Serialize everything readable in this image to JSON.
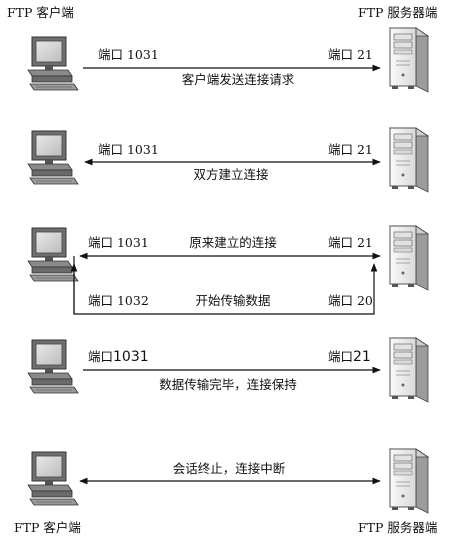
{
  "header": {
    "client_label": "FTP 客户端",
    "server_label": "FTP 服务器端"
  },
  "footer": {
    "client_label": "FTP 客户端",
    "server_label": "FTP 服务器端"
  },
  "icons": {
    "client": "computer-icon",
    "server": "server-tower-icon"
  },
  "steps": [
    {
      "client_port": "端口 1031",
      "server_port": "端口 21",
      "label": "客户端发送连接请求",
      "arrow": "right"
    },
    {
      "client_port": "端口 1031",
      "server_port": "端口 21",
      "label": "双方建立连接",
      "arrow": "both"
    },
    {
      "client_port": "端口 1031",
      "server_port": "端口 21",
      "label": "原来建立的连接",
      "arrow": "both",
      "second": {
        "client_port": "端口 1032",
        "server_port": "端口 20",
        "label": "开始传输数据",
        "arrow": "both"
      }
    },
    {
      "client_port_prefix": "端口",
      "client_port_number": "1031",
      "server_port_prefix": "端口",
      "server_port_number": "21",
      "label": "数据传输完毕，连接保持",
      "arrow": "right"
    },
    {
      "label": "会话终止，连接中断",
      "arrow": "both"
    }
  ]
}
